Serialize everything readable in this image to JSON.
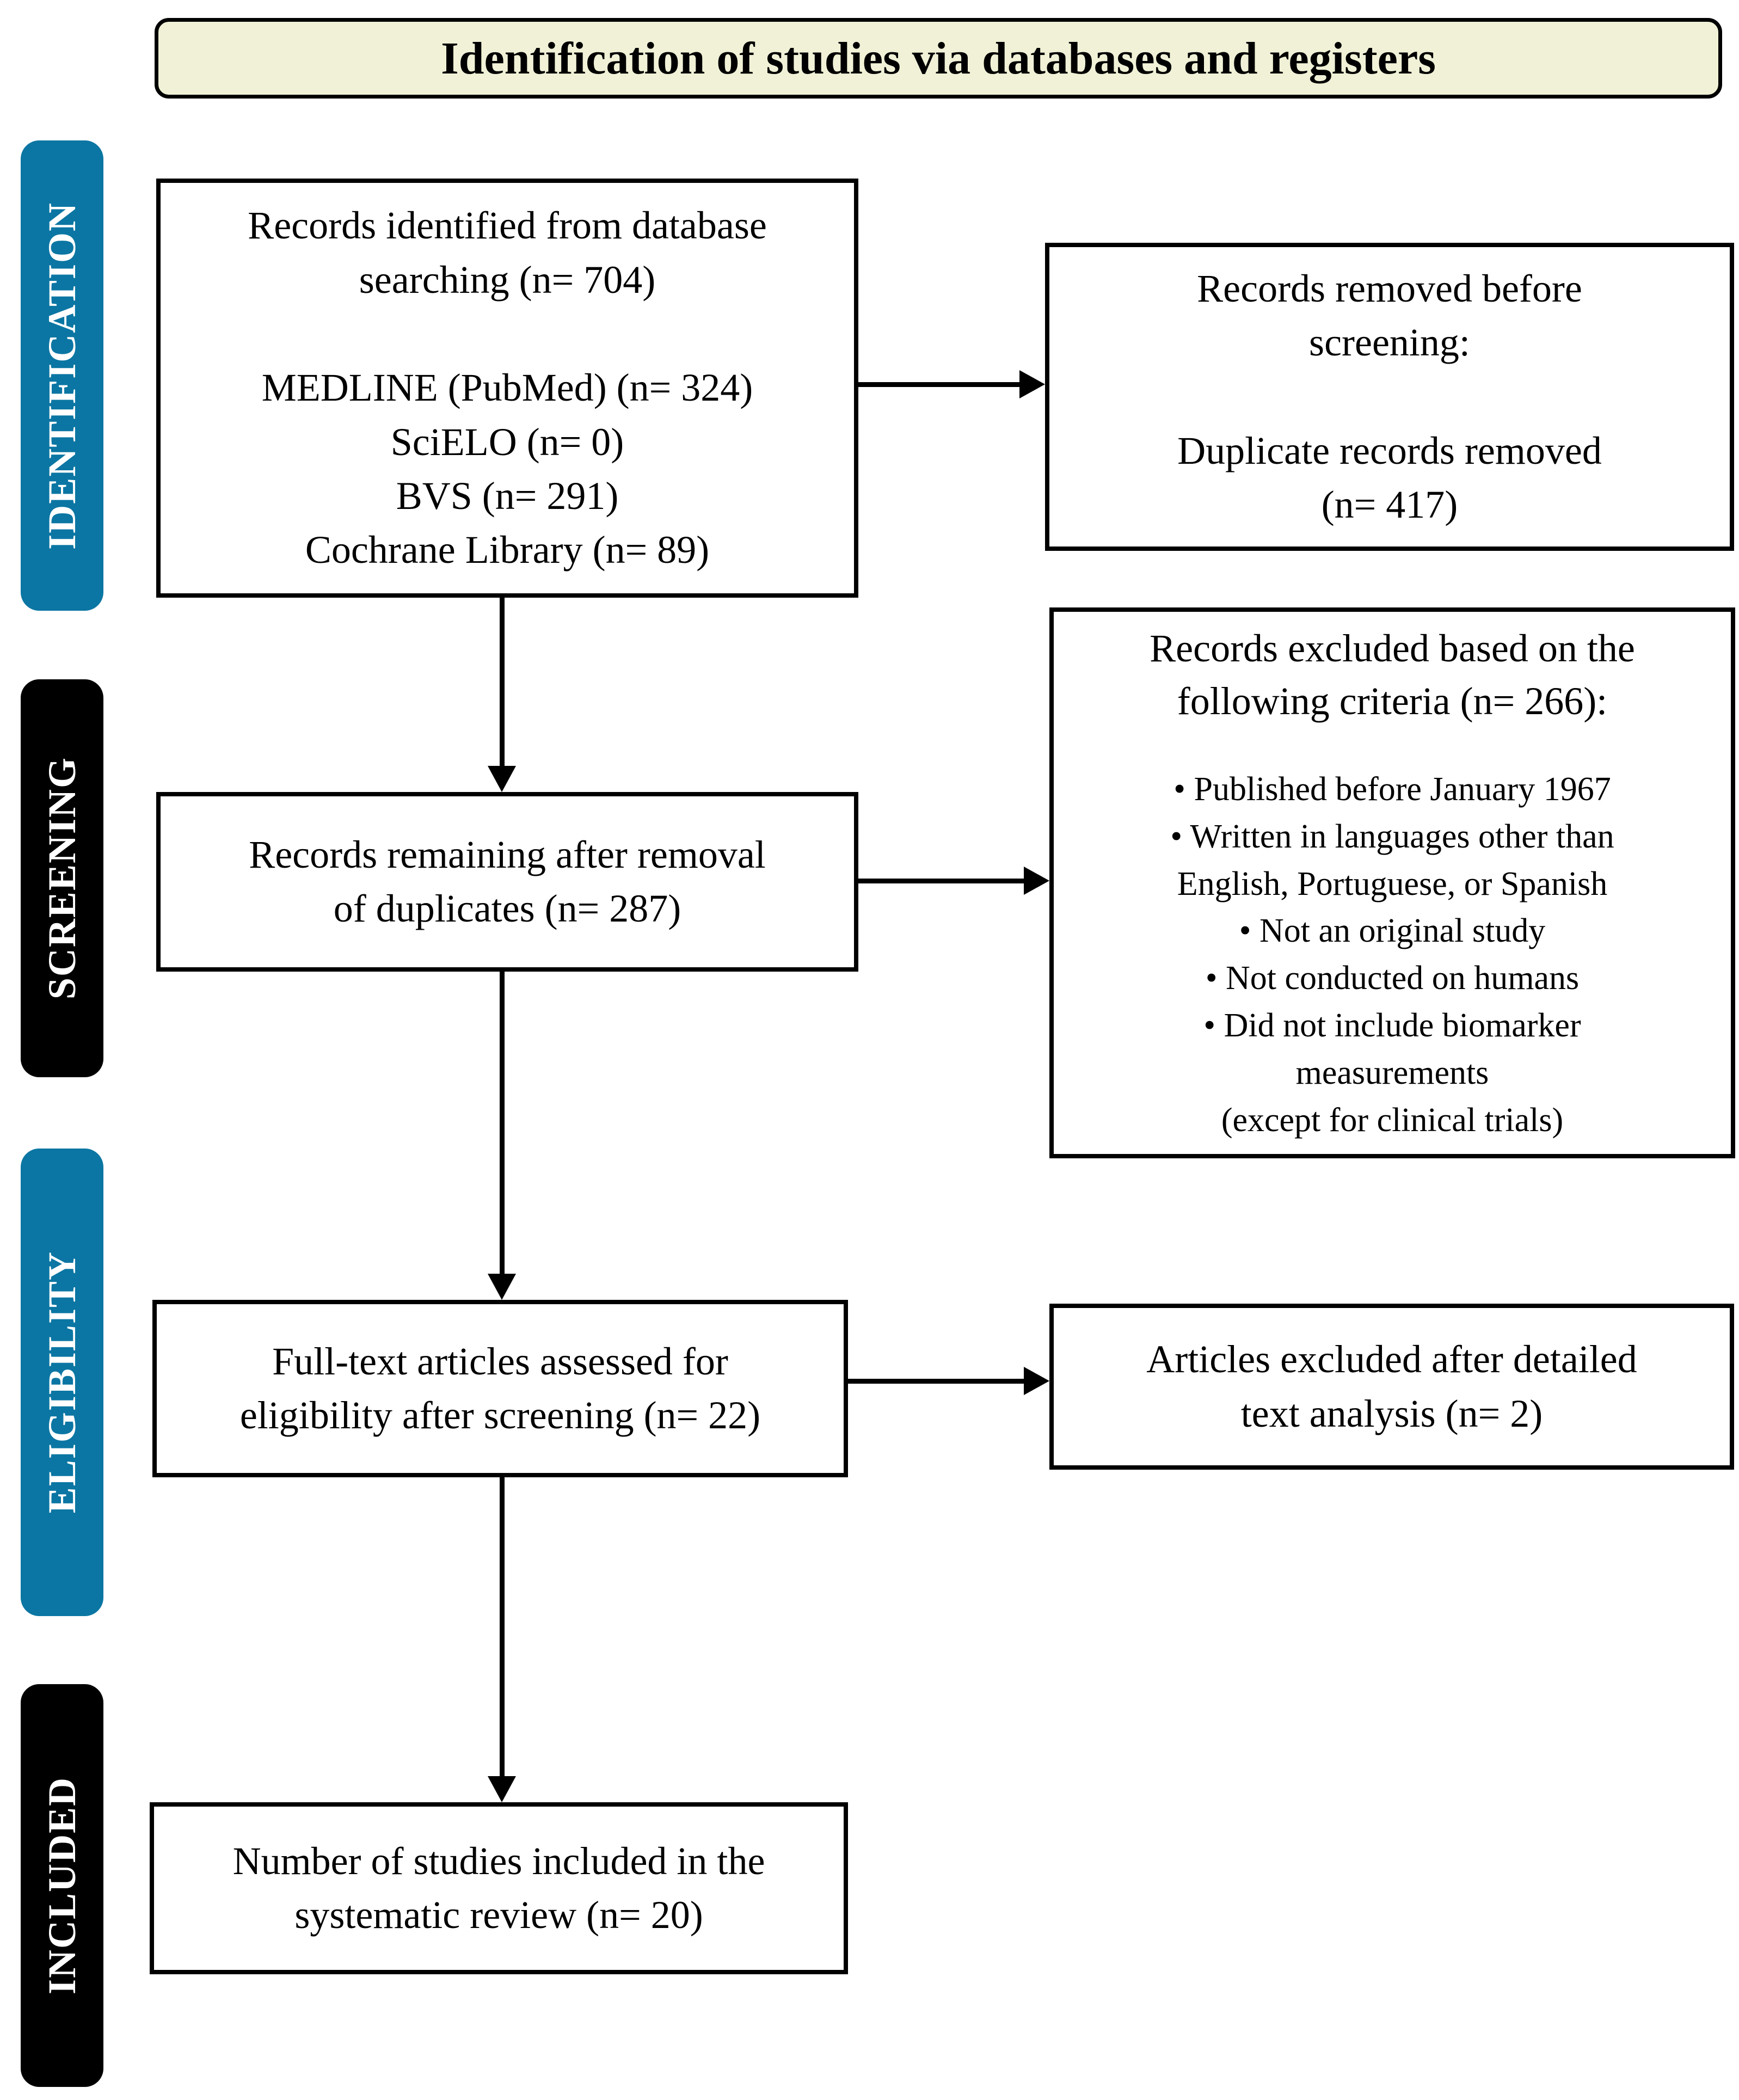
{
  "header": {
    "title": "Identification of studies via databases and registers"
  },
  "sidebar": {
    "identification": "IDENTIFICATION",
    "screening": "SCREENING",
    "eligibility": "ELIGIBILITY",
    "included": "INCLUDED"
  },
  "flow": {
    "records_identified": [
      "Records identified from database",
      "searching (n= 704)",
      "",
      "MEDLINE (PubMed) (n= 324)",
      "SciELO (n= 0)",
      "BVS (n= 291)",
      "Cochrane Library (n= 89)"
    ],
    "records_removed": [
      "Records removed before",
      "screening:",
      "",
      "Duplicate records removed",
      "(n= 417)"
    ],
    "records_remaining": [
      "Records remaining after removal",
      "of duplicates (n= 287)"
    ],
    "records_excluded_header": [
      "Records excluded based on the",
      "following criteria (n= 266):"
    ],
    "records_excluded_items": [
      "• Published before January 1967",
      "• Written in languages other than",
      "English, Portuguese, or Spanish",
      "• Not an original study",
      "• Not conducted on humans",
      "• Did not include biomarker",
      "measurements",
      "(except for clinical trials)"
    ],
    "fulltext_assessed": [
      "Full-text articles assessed for",
      "eligibility after screening (n= 22)"
    ],
    "articles_excluded": [
      "Articles excluded after detailed",
      "text analysis (n= 2)"
    ],
    "studies_included": [
      "Number of studies included in the",
      "systematic review (n= 20)"
    ]
  },
  "colors": {
    "stage_blue": "#0B76A3",
    "stage_black": "#000000",
    "title_fill": "#F0F1D6",
    "box_border": "#000000",
    "text": "#000000",
    "background": "#FFFFFF"
  }
}
